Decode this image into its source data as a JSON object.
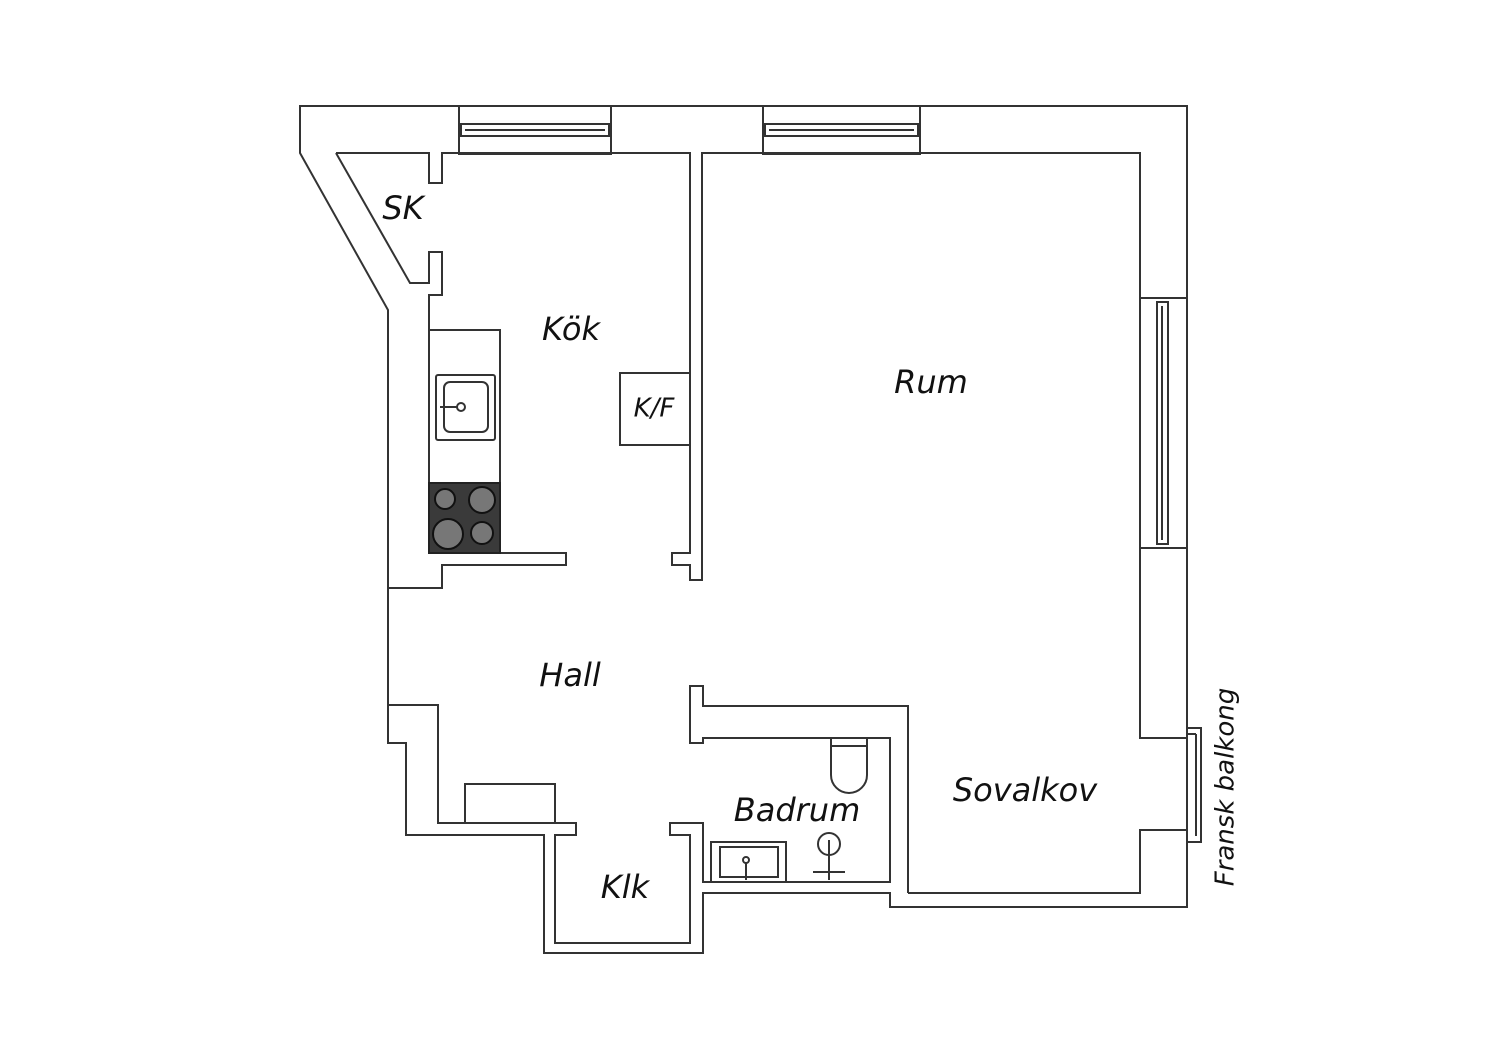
{
  "floorplan": {
    "rooms": {
      "sk": "SK",
      "kok": "Kök",
      "kf": "K/F",
      "rum": "Rum",
      "hall": "Hall",
      "badrum": "Badrum",
      "sovalkov": "Sovalkov",
      "klk": "Klk"
    },
    "balcony_label": "Fransk balkong",
    "colors": {
      "line": "#333333",
      "stove": "#3a3a3a",
      "burner": "#777777"
    }
  }
}
